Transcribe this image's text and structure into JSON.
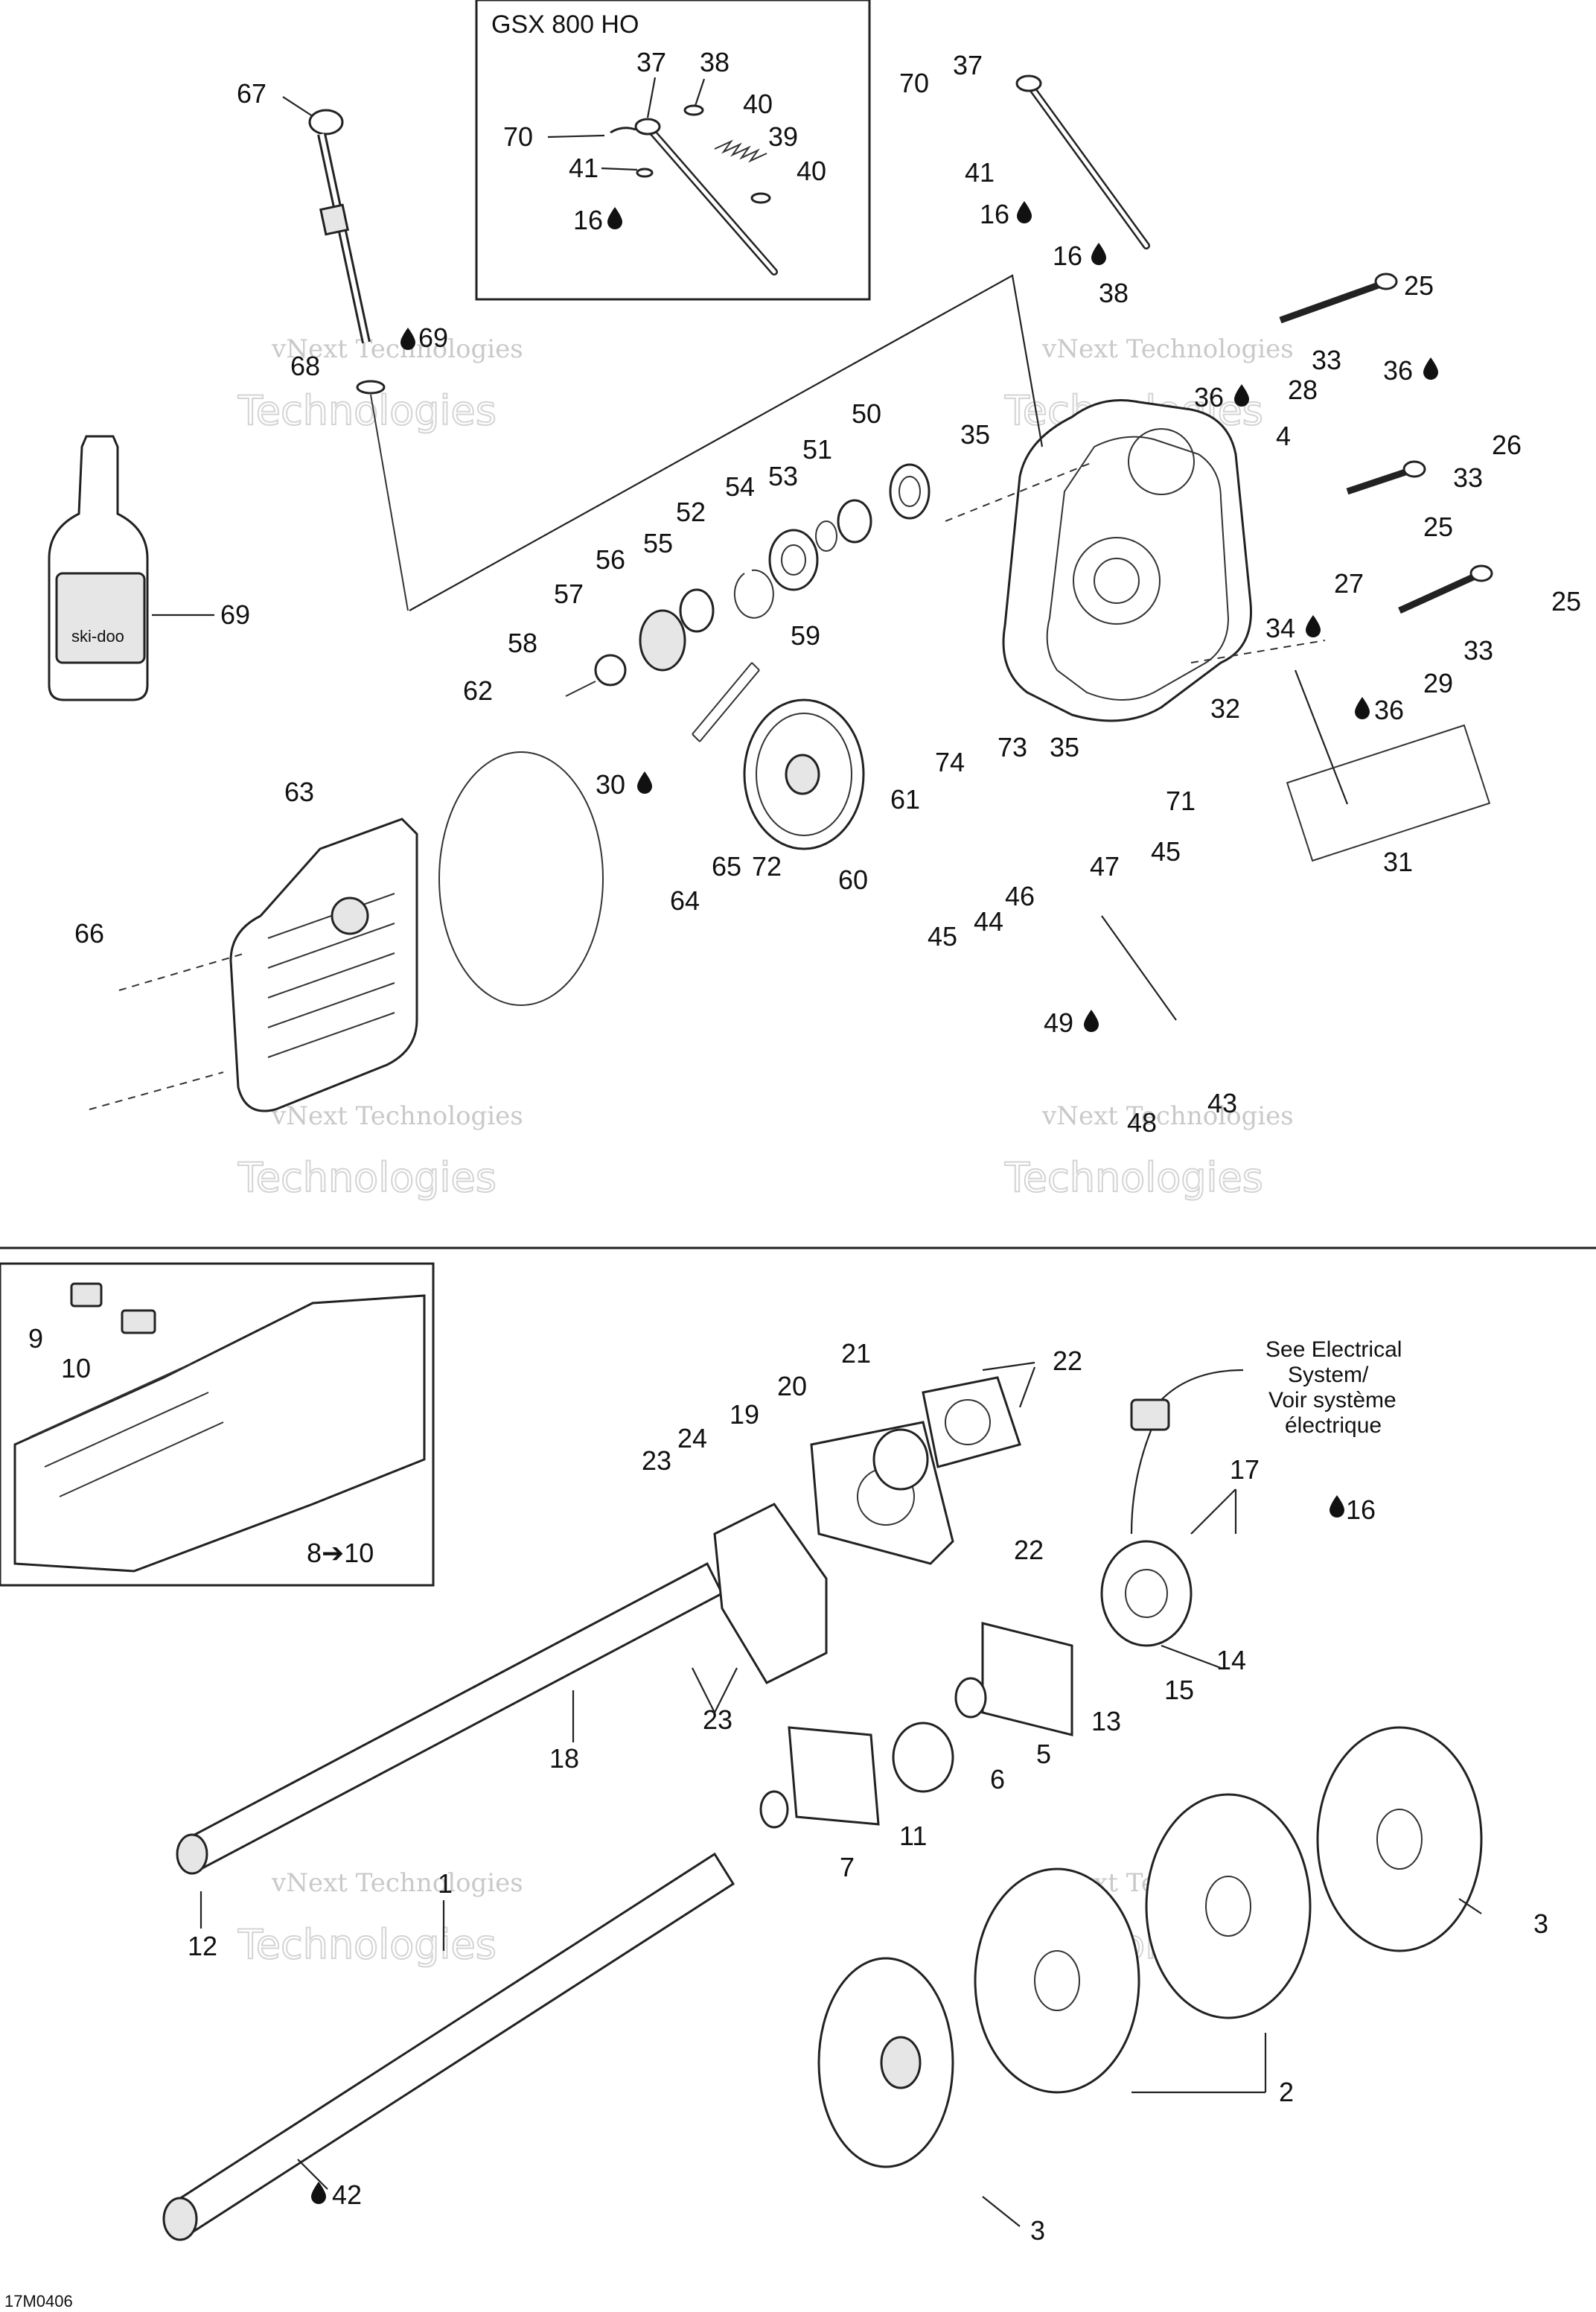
{
  "diagram_code": "17M0406",
  "inset_title": "GSX 800 HO",
  "electrical_note": [
    "See Electrical",
    "System/",
    "Voir système",
    "électrique"
  ],
  "watermark": {
    "line1": "vNext Technologies",
    "line2": "Technologies"
  },
  "labels": {
    "l1": "1",
    "l2": "2",
    "l3a": "3",
    "l3b": "3",
    "l4": "4",
    "l5": "5",
    "l6": "6",
    "l7": "7",
    "l8": "8➔10",
    "l9": "9",
    "l10": "10",
    "l11": "11",
    "l12": "12",
    "l13": "13",
    "l14": "14",
    "l15": "15",
    "l16a": "16",
    "l16b": "16",
    "l16c": "16",
    "l16d": "16",
    "l17": "17",
    "l18": "18",
    "l19": "19",
    "l20": "20",
    "l21": "21",
    "l22a": "22",
    "l22b": "22",
    "l23a": "23",
    "l23b": "23",
    "l24": "24",
    "l25a": "25",
    "l25b": "25",
    "l25c": "25",
    "l26": "26",
    "l27": "27",
    "l28": "28",
    "l29": "29",
    "l30": "30",
    "l31": "31",
    "l32": "32",
    "l33a": "33",
    "l33b": "33",
    "l33c": "33",
    "l34": "34",
    "l35a": "35",
    "l35b": "35",
    "l36a": "36",
    "l36b": "36",
    "l36c": "36",
    "l37a": "37",
    "l37b": "37",
    "l38a": "38",
    "l38b": "38",
    "l39": "39",
    "l40a": "40",
    "l40b": "40",
    "l41a": "41",
    "l41b": "41",
    "l42": "42",
    "l43": "43",
    "l44": "44",
    "l45a": "45",
    "l45b": "45",
    "l46": "46",
    "l47": "47",
    "l48": "48",
    "l49": "49",
    "l50": "50",
    "l51": "51",
    "l52": "52",
    "l53": "53",
    "l54": "54",
    "l55": "55",
    "l56": "56",
    "l57": "57",
    "l58": "58",
    "l59": "59",
    "l60": "60",
    "l61": "61",
    "l62": "62",
    "l63": "63",
    "l64": "64",
    "l65": "65",
    "l66": "66",
    "l67": "67",
    "l68": "68",
    "l69a": "69",
    "l69b": "69",
    "l70a": "70",
    "l70b": "70",
    "l71": "71",
    "l72": "72",
    "l73": "73",
    "l74": "74"
  },
  "bottle_brand": "ski-doo"
}
